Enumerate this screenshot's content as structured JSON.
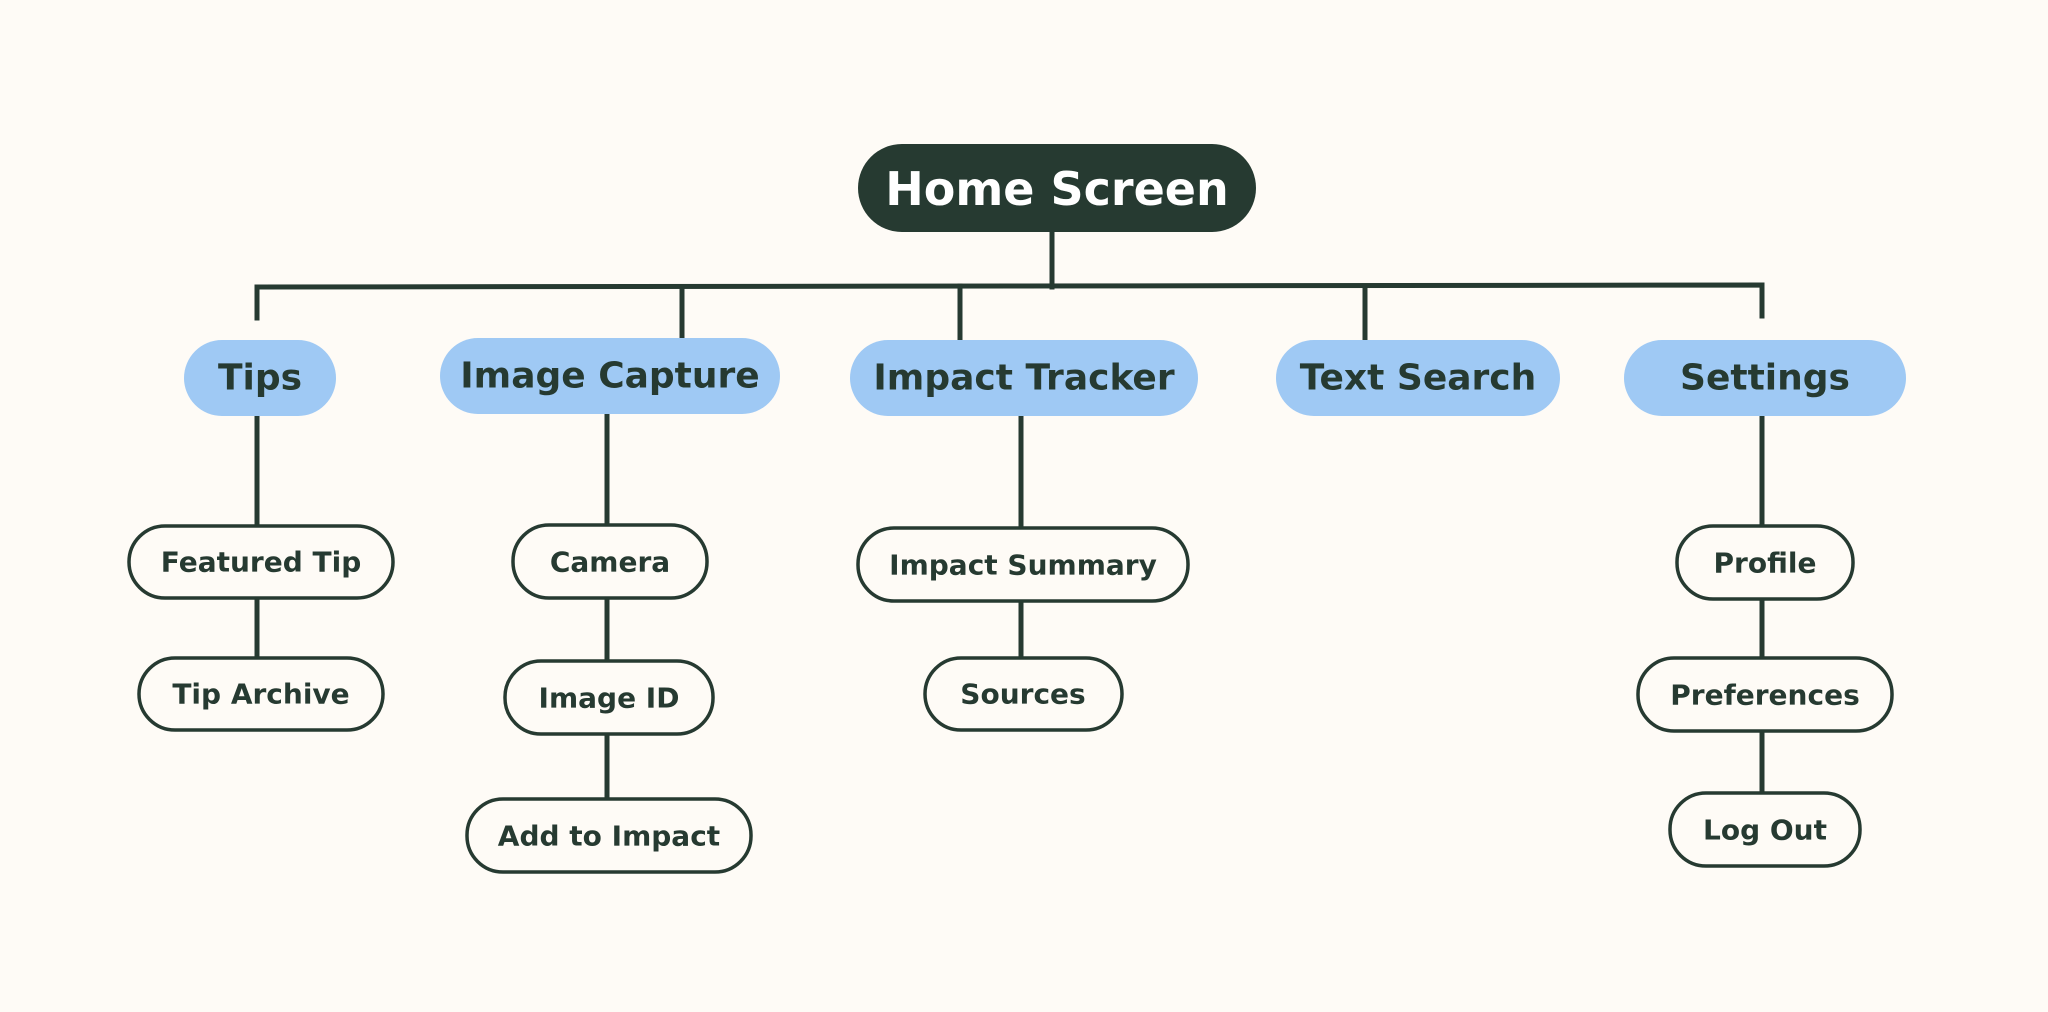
{
  "root": {
    "id": "home-screen",
    "label": "Home Screen"
  },
  "sections": [
    {
      "id": "tips",
      "label": "Tips",
      "children": [
        {
          "id": "featured-tip",
          "label": "Featured Tip"
        },
        {
          "id": "tip-archive",
          "label": "Tip Archive"
        }
      ]
    },
    {
      "id": "image-capture",
      "label": "Image Capture",
      "children": [
        {
          "id": "camera",
          "label": "Camera"
        },
        {
          "id": "image-id",
          "label": "Image ID"
        },
        {
          "id": "add-to-impact",
          "label": "Add to Impact"
        }
      ]
    },
    {
      "id": "impact-tracker",
      "label": "Impact Tracker",
      "children": [
        {
          "id": "impact-summary",
          "label": "Impact Summary"
        },
        {
          "id": "sources",
          "label": "Sources"
        }
      ]
    },
    {
      "id": "text-search",
      "label": "Text Search",
      "children": []
    },
    {
      "id": "settings",
      "label": "Settings",
      "children": [
        {
          "id": "profile",
          "label": "Profile"
        },
        {
          "id": "preferences",
          "label": "Preferences"
        },
        {
          "id": "log-out",
          "label": "Log Out"
        }
      ]
    }
  ],
  "colors": {
    "background": "#fefbf6",
    "root_fill": "#263a31",
    "section_fill": "#9fc9f4",
    "line": "#263a31",
    "text_dark": "#263a31",
    "text_light": "#ffffff"
  }
}
